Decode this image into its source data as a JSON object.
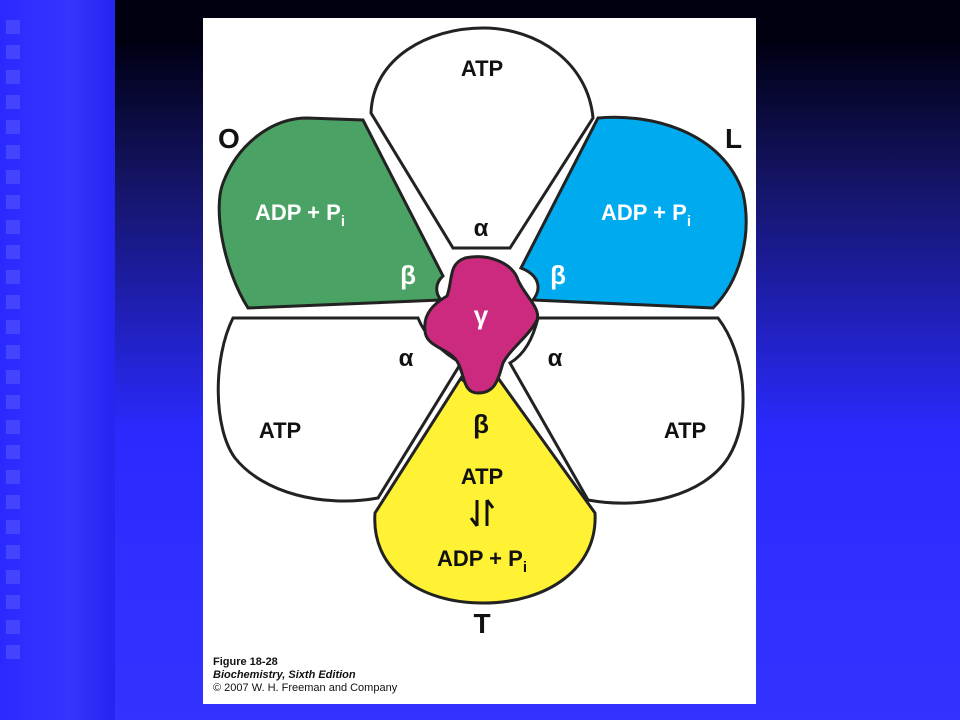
{
  "slide": {
    "background_color": "#2b2bff",
    "panel_color": "#ffffff"
  },
  "diagram": {
    "state_labels": {
      "open": "O",
      "loose": "L",
      "tight": "T"
    },
    "top_subunit": {
      "label": "ATP"
    },
    "upper_left_subunit": {
      "label": "ADP + P",
      "subscript": "i",
      "beta": "β",
      "color": "#4aa265"
    },
    "upper_right_subunit": {
      "label": "ADP + P",
      "subscript": "i",
      "beta": "β",
      "color": "#00aaee"
    },
    "lower_left_subunit": {
      "label": "ATP",
      "alpha": "α"
    },
    "lower_right_subunit": {
      "label": "ATP",
      "alpha": "α"
    },
    "bottom_subunit": {
      "beta": "β",
      "line1": "ATP",
      "line2_label": "ADP + P",
      "line2_subscript": "i",
      "color": "#fff235"
    },
    "top_alpha": "α",
    "gamma": {
      "label": "γ",
      "color": "#cc2a7e"
    }
  },
  "caption": {
    "figure": "Figure 18-28",
    "book": "Biochemistry, Sixth Edition",
    "copyright": "© 2007 W. H. Freeman and Company"
  }
}
